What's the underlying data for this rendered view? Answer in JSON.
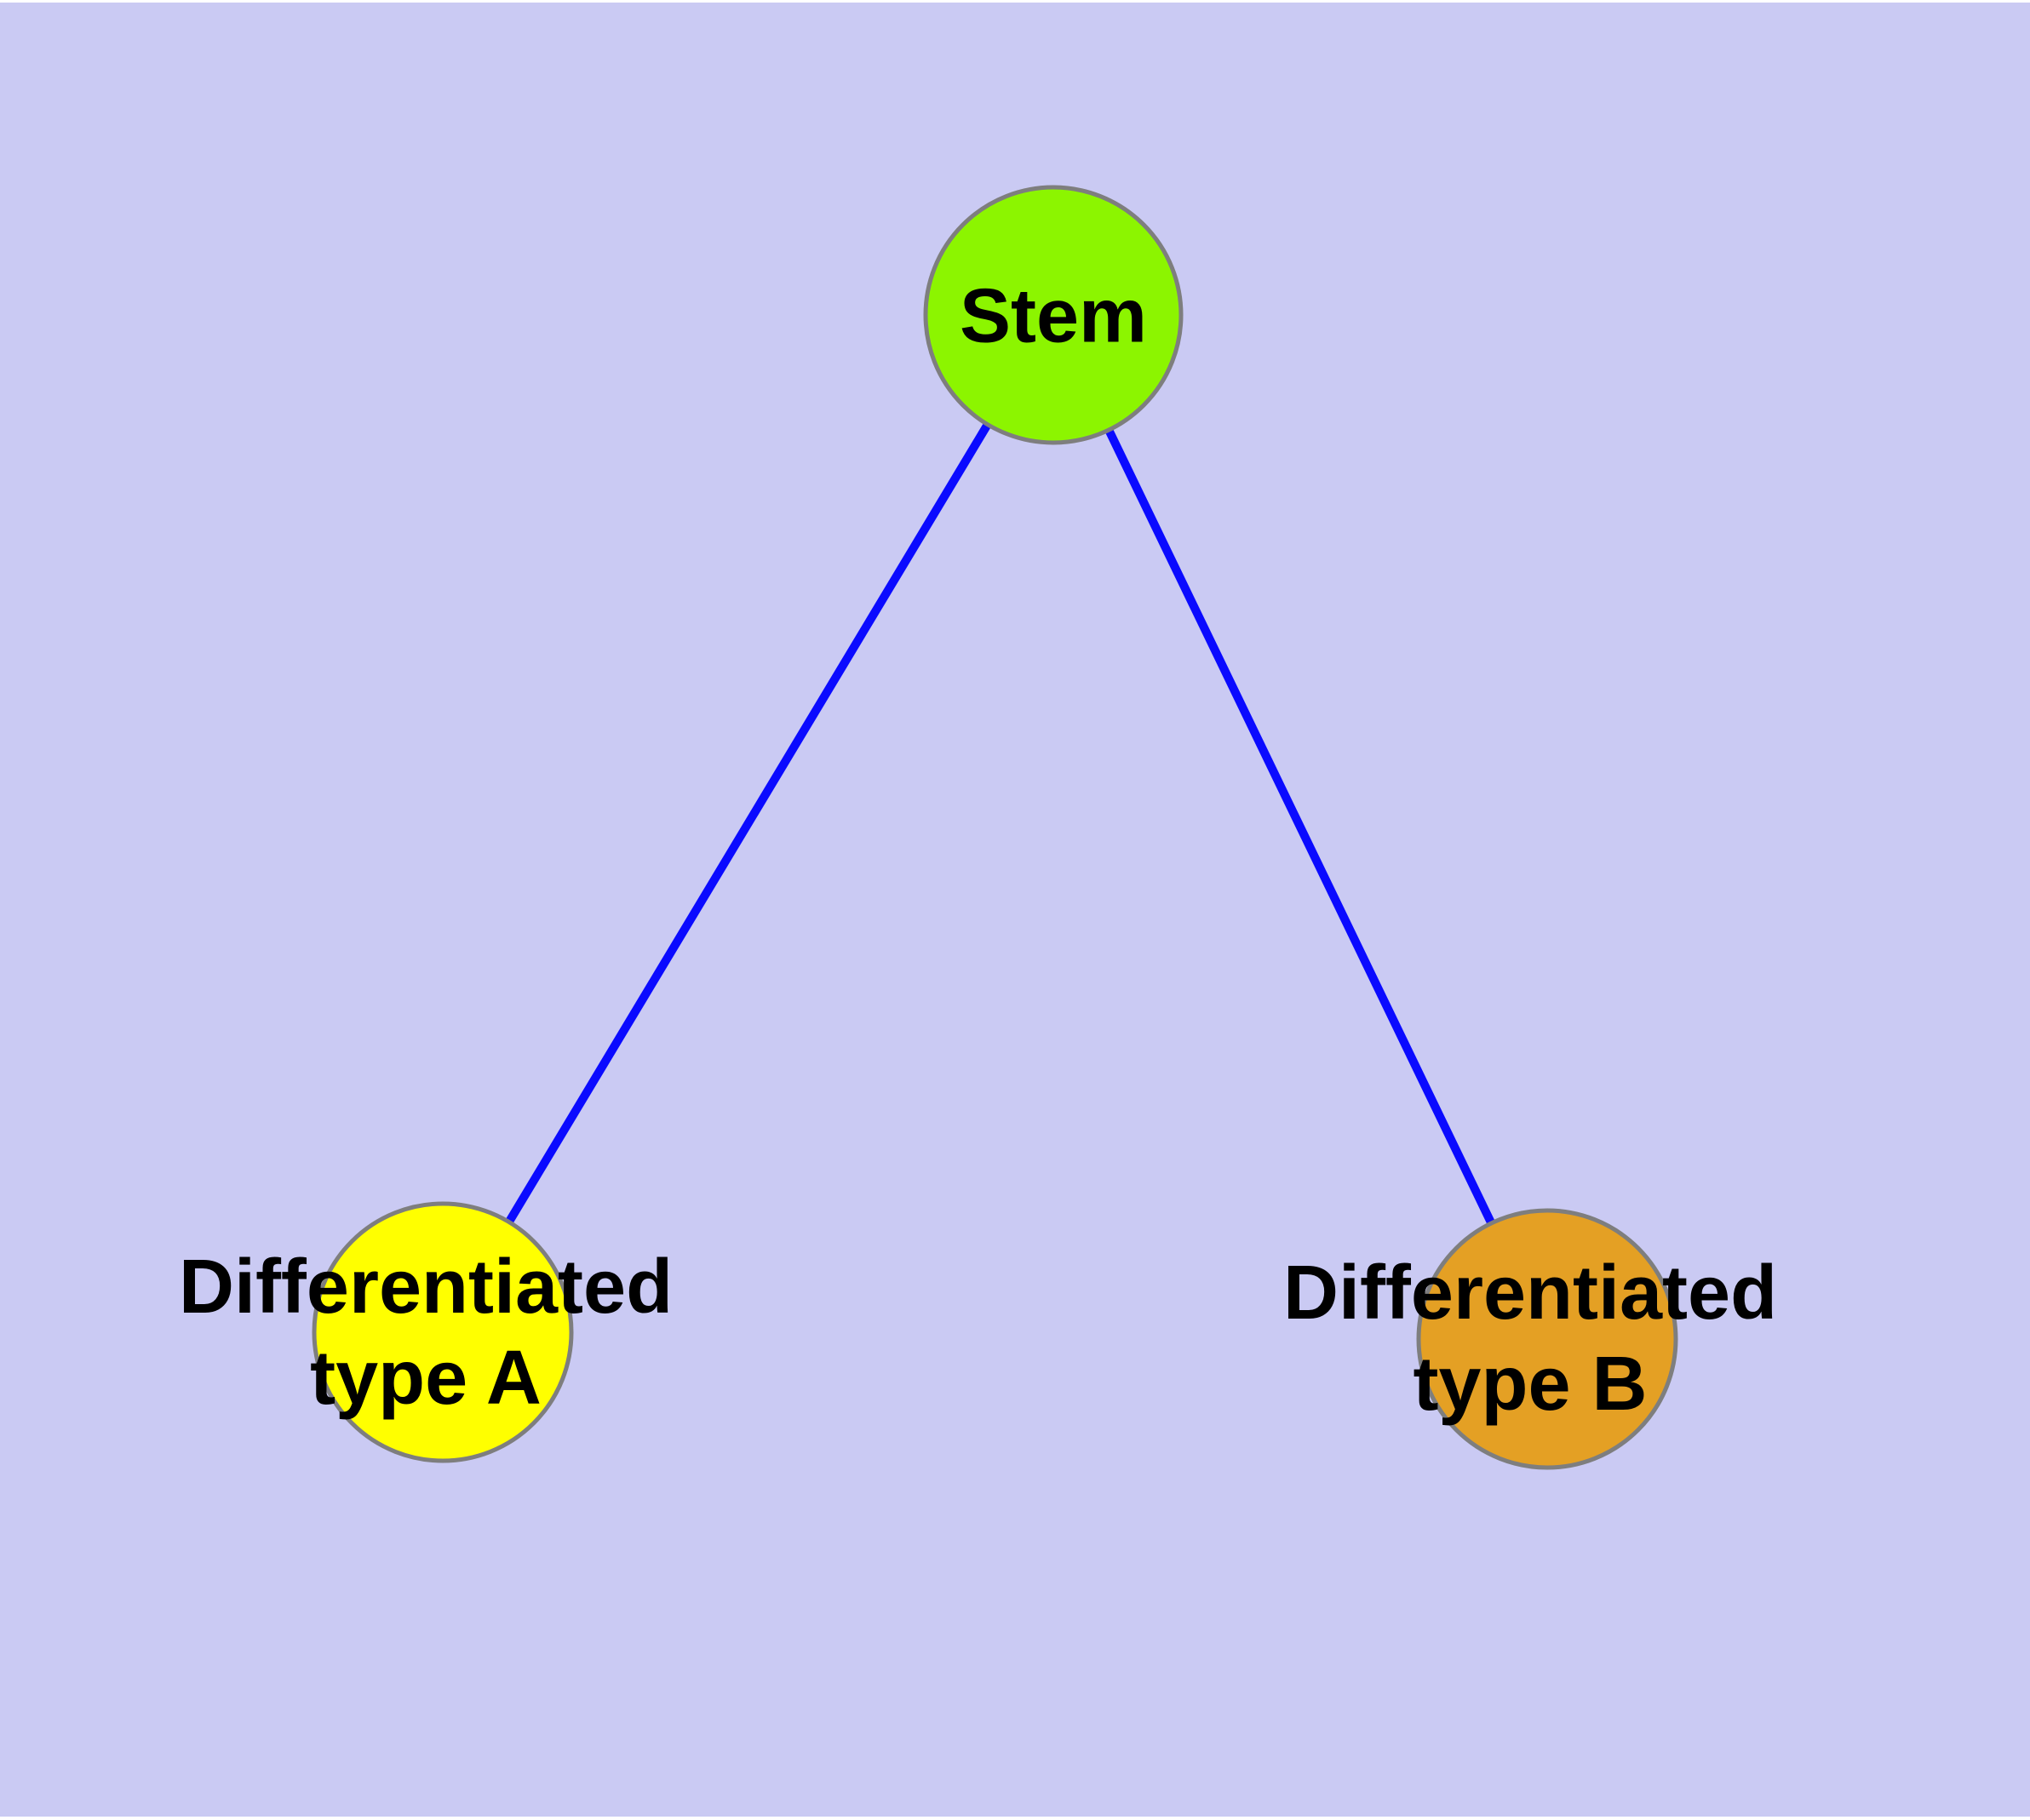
{
  "colors": {
    "page_background": "#ffffff",
    "canvas_background": "#cacaf3",
    "edge_blue": "#0a0aff",
    "node_border_gray": "#7e7e7e",
    "label_text": "#000000"
  },
  "diagram": {
    "title": "",
    "nodes": [
      {
        "id": "stem",
        "label": "Stem",
        "lines": [
          "Stem"
        ],
        "fill": "#8cf500"
      },
      {
        "id": "differentiated-type-a",
        "label": "Differentiated type A",
        "lines": [
          "Differentiated",
          "type A"
        ],
        "fill": "#ffff00"
      },
      {
        "id": "differentiated-type-b",
        "label": "Differentiated type B",
        "lines": [
          "Differentiated",
          "type B"
        ],
        "fill": "#e4a024"
      }
    ],
    "edges": [
      {
        "from": "Stem",
        "to": "Differentiated type A"
      },
      {
        "from": "Stem",
        "to": "Differentiated type B"
      }
    ]
  }
}
